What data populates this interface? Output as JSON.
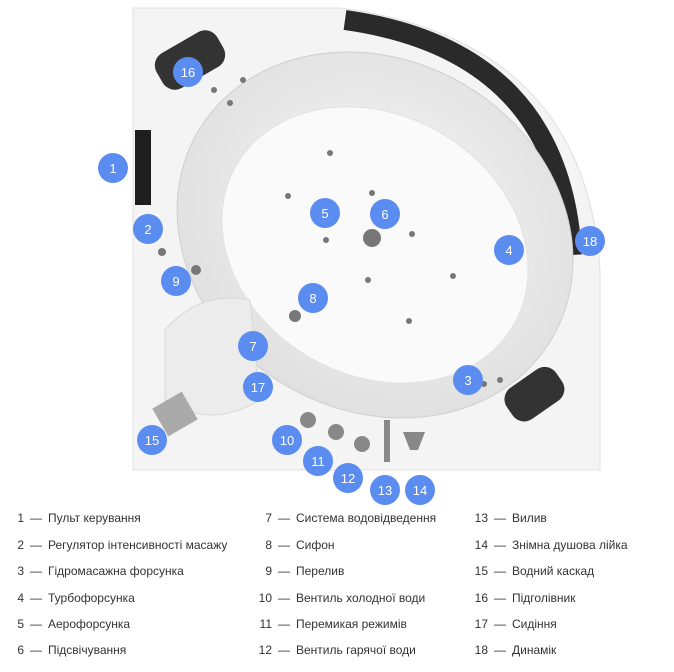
{
  "colors": {
    "badge": "#5b8cf0",
    "text": "#333333"
  },
  "legend_separator": "—",
  "items": [
    {
      "n": "1",
      "label": "Пульт керування"
    },
    {
      "n": "2",
      "label": "Регулятор інтенсивності масажу"
    },
    {
      "n": "3",
      "label": "Гідромасажна форсунка"
    },
    {
      "n": "4",
      "label": "Турбофорсунка"
    },
    {
      "n": "5",
      "label": "Аерофорсунка"
    },
    {
      "n": "6",
      "label": "Підсвічування"
    },
    {
      "n": "7",
      "label": "Система водовідведення"
    },
    {
      "n": "8",
      "label": "Сифон"
    },
    {
      "n": "9",
      "label": "Перелив"
    },
    {
      "n": "10",
      "label": "Вентиль холодної води"
    },
    {
      "n": "11",
      "label": "Перемикая режимів"
    },
    {
      "n": "12",
      "label": "Вентиль гарячої води"
    },
    {
      "n": "13",
      "label": "Вилив"
    },
    {
      "n": "14",
      "label": "Знімна душова лійка"
    },
    {
      "n": "15",
      "label": "Водний каскад"
    },
    {
      "n": "16",
      "label": "Підголівник"
    },
    {
      "n": "17",
      "label": "Сидіння"
    },
    {
      "n": "18",
      "label": "Динамік"
    }
  ]
}
